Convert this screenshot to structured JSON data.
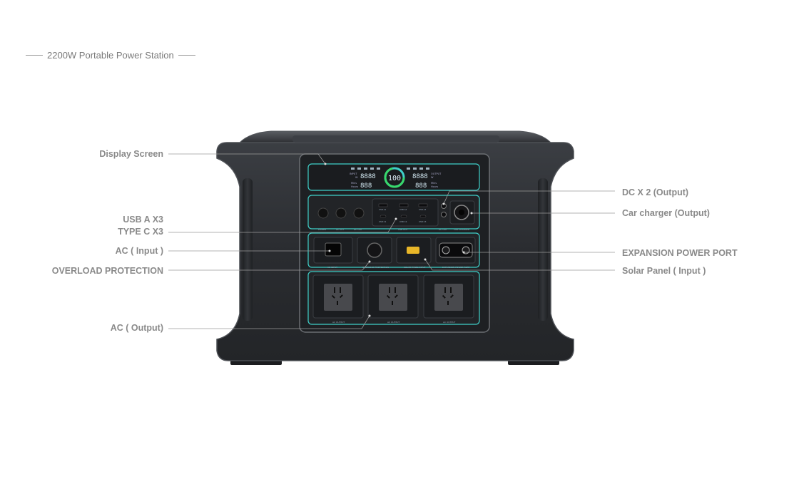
{
  "header": {
    "title": "2200W Portable Power Station"
  },
  "callouts": {
    "display_screen": "Display Screen",
    "usb_a": "USB A X3",
    "type_c": "TYPE C X3",
    "ac_input": "AC ( Input )",
    "overload": "OVERLOAD PROTECTION",
    "ac_output": "AC ( Output)",
    "dc_output": "DC X 2 (Output)",
    "car_charger": "Car charger (Output)",
    "expansion": "EXPANSION POWER PORT",
    "solar": "Solar Panel ( Input )"
  },
  "screen": {
    "percent": "100",
    "left_top": "8888",
    "left_bottom": "888",
    "right_top": "8888",
    "right_bottom": "888",
    "left_top_label": "INPUT",
    "left_top_unit": "W",
    "left_bottom_label": "Mins",
    "left_bottom_unit": "Hours",
    "right_top_label": "OUTPUT",
    "right_top_unit": "W",
    "right_bottom_label": "Mins",
    "right_bottom_unit": "Hours"
  },
  "panel_labels": {
    "power": "POWER",
    "ac_out": "AC OUT",
    "dc_out": "DC OUT",
    "usb_out": "USB OUT",
    "dc_out2": "DC OUT",
    "car_charger": "CAR CHARGER",
    "usb_a1": "USB A1",
    "usb_a2": "USB A2",
    "usb_a3": "USB A3",
    "usb_c1": "USB C1",
    "usb_c2": "USB C2",
    "usb_c3": "USB C3",
    "ac_input": "AC INPUT",
    "overload": "OVERLOAD PROTECTION",
    "solar": "SOLAR PANEL INPUT",
    "expansion": "EXPANSION POWER PORT",
    "ac_output1": "AC OUTPUT",
    "ac_output2": "AC OUTPUT",
    "ac_output3": "AC OUTPUT"
  },
  "colors": {
    "accent": "#3fd0c9",
    "body_dark": "#2b2d30",
    "body_edge": "#4a4d52",
    "label_gray": "#8a8a8a"
  }
}
